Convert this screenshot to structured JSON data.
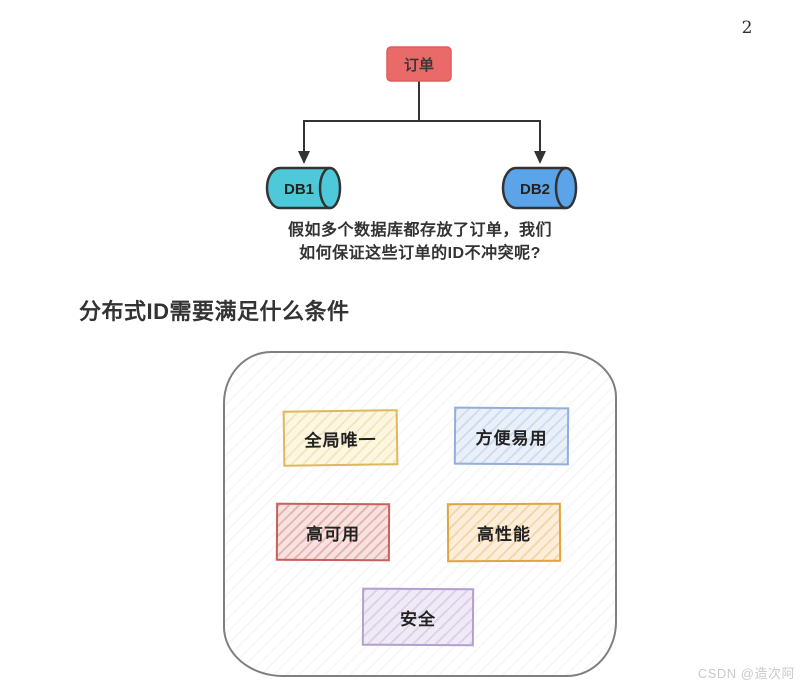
{
  "page": {
    "number": "2",
    "watermark": "CSDN @造次阿"
  },
  "top_diagram": {
    "root_label": "订单",
    "databases": [
      {
        "label": "DB1",
        "fill": "#4ec9da"
      },
      {
        "label": "DB2",
        "fill": "#5ba4ea"
      }
    ],
    "caption": {
      "line1": "假如多个数据库都存放了订单，我们",
      "line2": "如何保证这些订单的ID不冲突呢?"
    },
    "colors": {
      "root_fill": "#ea6a6a",
      "root_border": "#e05c5c",
      "connector": "#333333"
    }
  },
  "section": {
    "heading": "分布式ID需要满足什么条件",
    "requirements": [
      {
        "label": "全局唯一",
        "accent": "#dcb95f"
      },
      {
        "label": "方便易用",
        "accent": "#93aed9"
      },
      {
        "label": "高可用",
        "accent": "#c4625e"
      },
      {
        "label": "高性能",
        "accent": "#e0a53e"
      },
      {
        "label": "安全",
        "accent": "#b3a0ce"
      }
    ]
  }
}
